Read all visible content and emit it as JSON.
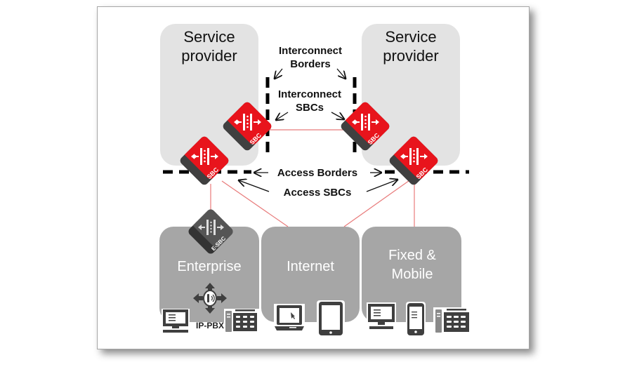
{
  "diagram": {
    "service_providers": [
      {
        "line1": "Service",
        "line2": "provider"
      },
      {
        "line1": "Service",
        "line2": "provider"
      }
    ],
    "annotations": {
      "interconnect_borders": {
        "line1": "Interconnect",
        "line2": "Borders"
      },
      "interconnect_sbcs": {
        "line1": "Interconnect",
        "line2": "SBCs"
      },
      "access_borders": "Access Borders",
      "access_sbcs": "Access SBCs"
    },
    "zones": {
      "enterprise": "Enterprise",
      "internet": "Internet",
      "fixed_mobile": {
        "line1": "Fixed &",
        "line2": "Mobile"
      }
    },
    "device_labels": {
      "sbc": "SBC",
      "esbc": "E-SBC",
      "ip_pbx": "IP-PBX"
    },
    "colors": {
      "sbc_red": "#e8141c",
      "sbc_dark": "#404040",
      "provider_bg": "#e3e3e3",
      "zone_bg": "#a6a6a6",
      "link_line": "#e87a7a",
      "device_dark": "#3f3f3f"
    }
  }
}
